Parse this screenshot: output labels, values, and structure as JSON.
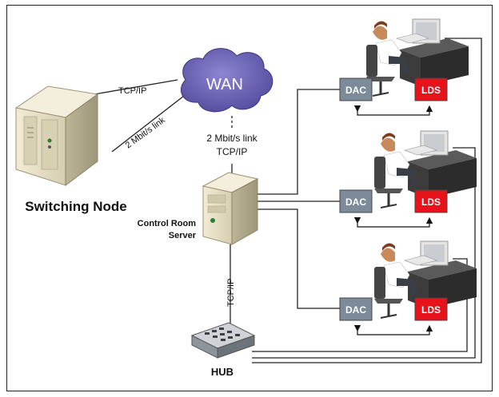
{
  "labels": {
    "switching_node": "Switching Node",
    "wan": "WAN",
    "tcpip_top": "TCP/IP",
    "link_2mbit_left": "2 Mbit/s link",
    "link_2mbit_center": "2 Mbit/s link",
    "tcpip_center": "TCP/IP",
    "control_room_line1": "Control Room",
    "control_room_line2": "Server",
    "tcpip_vertical": "TCP/IP",
    "hub": "HUB"
  },
  "workstations": [
    {
      "dac": "DAC",
      "lds": "LDS"
    },
    {
      "dac": "DAC",
      "lds": "LDS"
    },
    {
      "dac": "DAC",
      "lds": "LDS"
    }
  ],
  "colors": {
    "wan_cloud": "#6b63b5",
    "dac_box": "#7d8a99",
    "lds_box": "#e8121b",
    "server": "#e9e2c7",
    "desk": "#333333",
    "shirt": "#ffffff",
    "chair": "#444444"
  }
}
